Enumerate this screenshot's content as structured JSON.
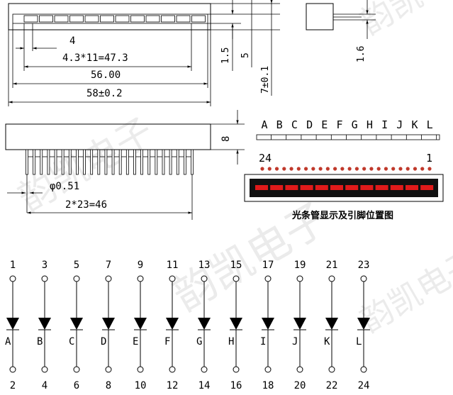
{
  "dimensions": {
    "pitch": "4",
    "segment_span": "4.3*11=47.3",
    "window_width": "56.00",
    "overall_width": "58±0.2",
    "height_1_5": "1.5",
    "height_5": "5",
    "height_7": "7±0.1",
    "side_1_6": "1.6",
    "body_8": "8",
    "pin_diameter": "φ0.51",
    "pin_span": "2*23=46"
  },
  "segment_letters": [
    "A",
    "B",
    "C",
    "D",
    "E",
    "F",
    "G",
    "H",
    "I",
    "J",
    "K",
    "L"
  ],
  "pin_labels": {
    "left": "24",
    "right": "1"
  },
  "caption": "光条管显示及引脚位置图",
  "circuit": {
    "top_pins": [
      "1",
      "3",
      "5",
      "7",
      "9",
      "11",
      "13",
      "15",
      "17",
      "19",
      "21",
      "23"
    ],
    "bottom_pins": [
      "2",
      "4",
      "6",
      "8",
      "10",
      "12",
      "14",
      "16",
      "18",
      "20",
      "22",
      "24"
    ],
    "diode_letters": [
      "A",
      "B",
      "C",
      "D",
      "E",
      "F",
      "G",
      "H",
      "I",
      "J",
      "K",
      "L"
    ]
  },
  "watermark": "韵凯电子",
  "colors": {
    "led_on": "#e11a1a",
    "pin_dot": "#c0392b",
    "window": "#111111"
  }
}
